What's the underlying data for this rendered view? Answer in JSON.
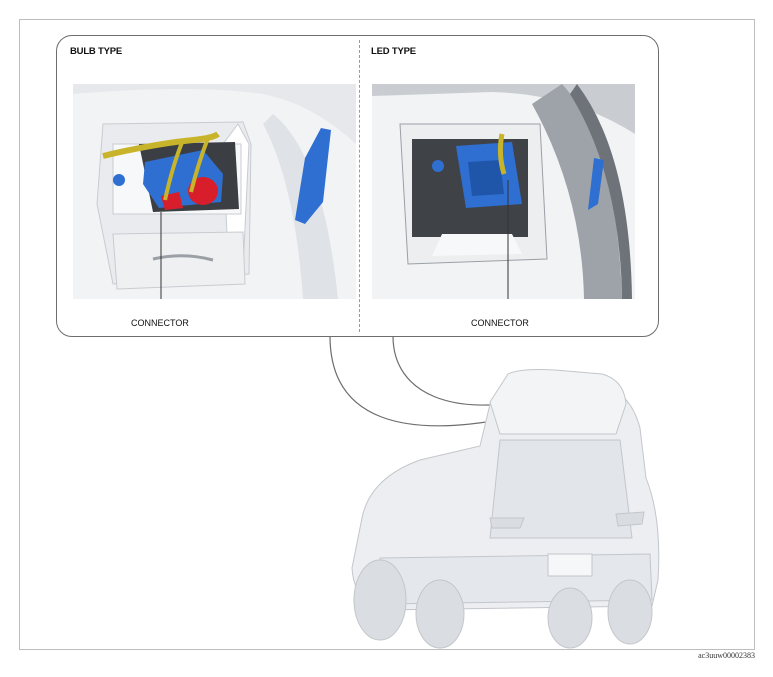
{
  "bulb_type": {
    "title": "BULB TYPE",
    "connector_label": "CONNECTOR"
  },
  "led_type": {
    "title": "LED TYPE",
    "connector_label": "CONNECTOR"
  },
  "figure_code": "ac3uuw00002383",
  "colors": {
    "connector_red": "#d81e2a",
    "housing_blue": "#2f6fd1",
    "wire_yellow": "#c8b42a",
    "outline": "#6d6d6d"
  }
}
